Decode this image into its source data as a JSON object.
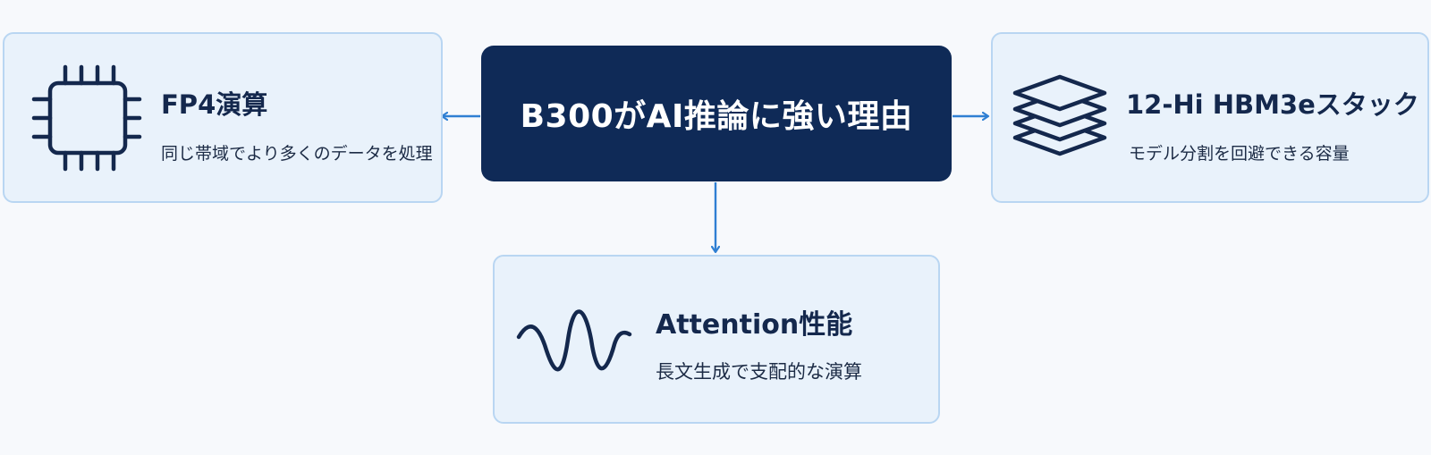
{
  "center": {
    "title": "B300がAI推論に強い理由"
  },
  "cards": {
    "fp4": {
      "title": "FP4演算",
      "subtitle": "同じ帯域でより多くのデータを処理",
      "icon": "chip-icon"
    },
    "hbm": {
      "title": "12-Hi HBM3eスタック",
      "subtitle": "モデル分割を回避できる容量",
      "icon": "stacked-layers-icon"
    },
    "attention": {
      "title": "Attention性能",
      "subtitle": "長文生成で支配的な演算",
      "icon": "wave-icon"
    }
  },
  "colors": {
    "background": "#f7f9fc",
    "card_fill": "#e9f2fb",
    "card_border": "#b9d6f2",
    "center_fill": "#0f2a57",
    "center_text": "#ffffff",
    "arrow": "#2f7fd3",
    "icon": "#14284d"
  }
}
